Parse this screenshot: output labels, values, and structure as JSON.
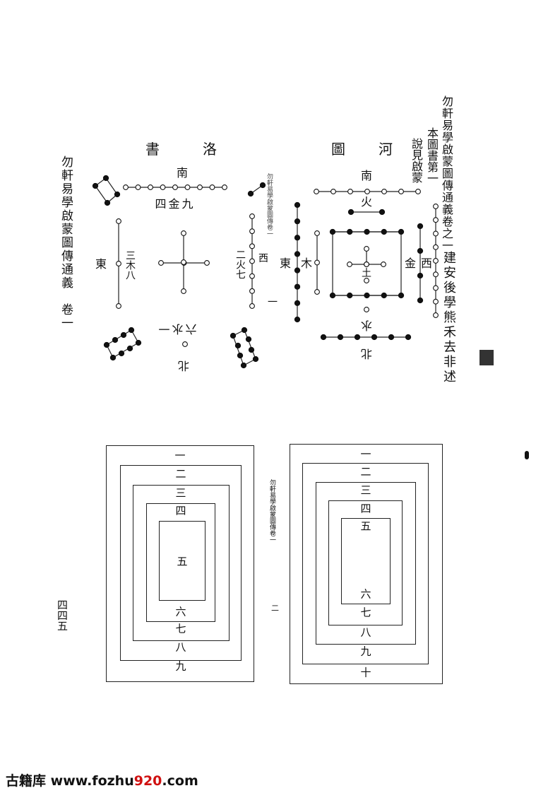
{
  "header": {
    "book_title": "勿軒易學啟蒙圖傳通義卷之一",
    "section": "本圖書第一",
    "note": "說見啟蒙",
    "author": "建安後學熊禾去非述",
    "side_title": "勿軒易學啟蒙圖傳通義　卷一",
    "margin_title": "勿軒易學啟蒙圖傳卷一",
    "margin_title_lower": "勿軒易學啟蒙圖傳卷一",
    "margin_page": "二",
    "page_number": "四四五"
  },
  "luoshu": {
    "title": [
      "洛",
      "書"
    ],
    "south": "南",
    "east": "東",
    "west": "西",
    "north": "北",
    "top_label": "四金九",
    "left_label": "三木八",
    "right_label": "二火七",
    "right_one": "一",
    "bottom_label": "六水一"
  },
  "hetu": {
    "title": [
      "河",
      "圖"
    ],
    "south": "南",
    "fire": "火",
    "east": "東",
    "wood": "木",
    "earth": "土",
    "metal": "金",
    "west": "西",
    "water": "水",
    "north": "北"
  },
  "nested_left": [
    "一",
    "二",
    "三",
    "四",
    "五",
    "六",
    "七",
    "八",
    "九"
  ],
  "nested_right": [
    "一",
    "二",
    "三",
    "四",
    "五",
    "六",
    "七",
    "八",
    "九",
    "十"
  ],
  "footer": {
    "brand": "古籍库",
    "url_prefix": "www.fozhu",
    "url_highlight": "920",
    "url_suffix": ".com"
  }
}
